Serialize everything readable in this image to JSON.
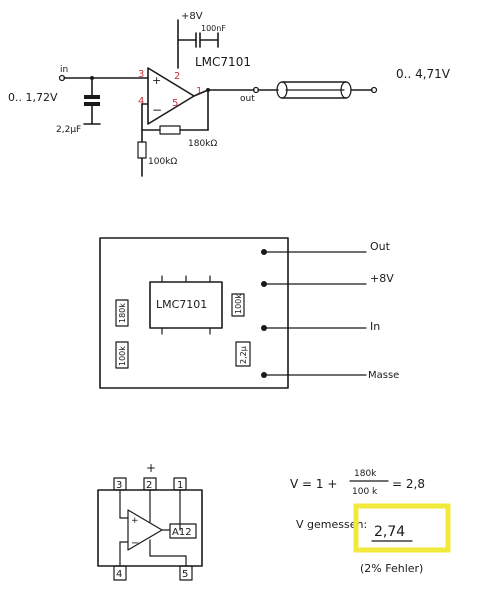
{
  "schematic": {
    "supply": "+8V",
    "cap_top": "100nF",
    "ic": "LMC7101",
    "in_label": "in",
    "in_range": "0.. 1,72V",
    "cap_in": "2,2µF",
    "pin3": "3",
    "pin4": "4",
    "pin2": "2",
    "pin1": "1",
    "pin5": "5",
    "r_fb": "180kΩ",
    "r_gnd": "100kΩ",
    "out_label": "out",
    "out_range": "0.. 4,71V"
  },
  "board": {
    "ic": "LMC7101",
    "r1": "180k",
    "r2": "100k",
    "r3": "100k",
    "cap": "2,2µ",
    "label_out": "Out",
    "label_vcc": "+8V",
    "label_in": "In",
    "label_gnd": "Masse"
  },
  "pinout": {
    "plus": "+",
    "p3": "3",
    "p2": "2",
    "p1": "1",
    "p4": "4",
    "p5": "5",
    "code": "A12"
  },
  "calc": {
    "v_eq": "V = 1 +",
    "num": "180k",
    "den": "100 k",
    "result": "= 2,8",
    "measured_label": "V gemessen:",
    "measured_value": "2,74",
    "error": "(2% Fehler)",
    "highlight_color": "#f2ea3a"
  }
}
